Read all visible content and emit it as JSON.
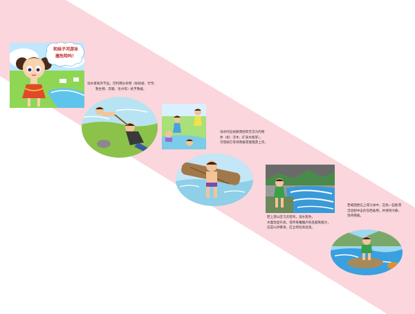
{
  "colors": {
    "background": "#ffffff",
    "band": "#fbd6dc",
    "title_text": "#c0282a",
    "caption_text": "#333333"
  },
  "title_bubble": {
    "line1": "和妹子河游泳",
    "line2": "撞危险吗！"
  },
  "captions": {
    "panel_2": {
      "line1": "溺水者离岸不远，可利用长条物（如树枝、竹竿、",
      "line2": "救生物、衣服、毛巾等）给予救援。"
    },
    "panel_3": {
      "line1": "溺水时迫视察周围有无浮力的物",
      "line2": "体（如：浮木、矿泉水瓶等），",
      "line3": "可借助它等待救援或慢慢游上岸。"
    },
    "panel_4": {
      "line1": "若上游山区乌云密布，溪水变色，",
      "line2": "水面急促升高，或传来雕雕声响且越来越大，",
      "line3": "这是山洪暴发，应立即往高处逃。"
    },
    "panel_5": {
      "line1": "若被困岩石上或沙洲中，应找一些能漂",
      "line2": "浮且耐冲击的东西备用，并保持冷静，",
      "line3": "等待救援。"
    }
  },
  "icons": [
    "girl-cartoon-icon",
    "boy-rescue-cartoon-icon",
    "children-playing-cartoon-icon",
    "boy-holding-log-cartoon-icon",
    "boy-flood-cartoon-icon",
    "boy-on-rock-cartoon-icon"
  ]
}
